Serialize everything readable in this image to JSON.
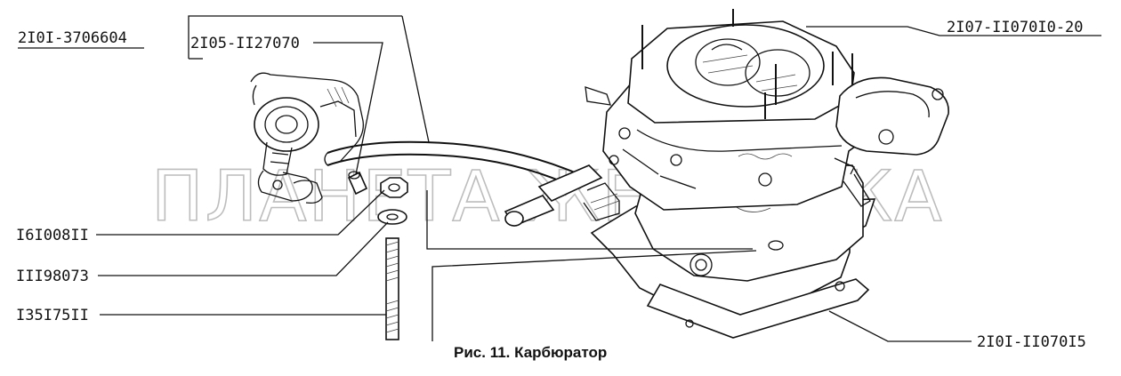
{
  "caption": "Рис. 11. Карбюратор",
  "watermark": "ПЛАНЕТА ЖЕЛЕЗЯКА",
  "labels": {
    "assembly_ref": "2I0I-3706604",
    "hose": "2I05-II27070",
    "carb_assembly": "2I07-II070I0-20",
    "nut": "I6I008II",
    "washer": "III98073",
    "stud": "I35I75II",
    "gasket": "2I0I-II070I5"
  }
}
